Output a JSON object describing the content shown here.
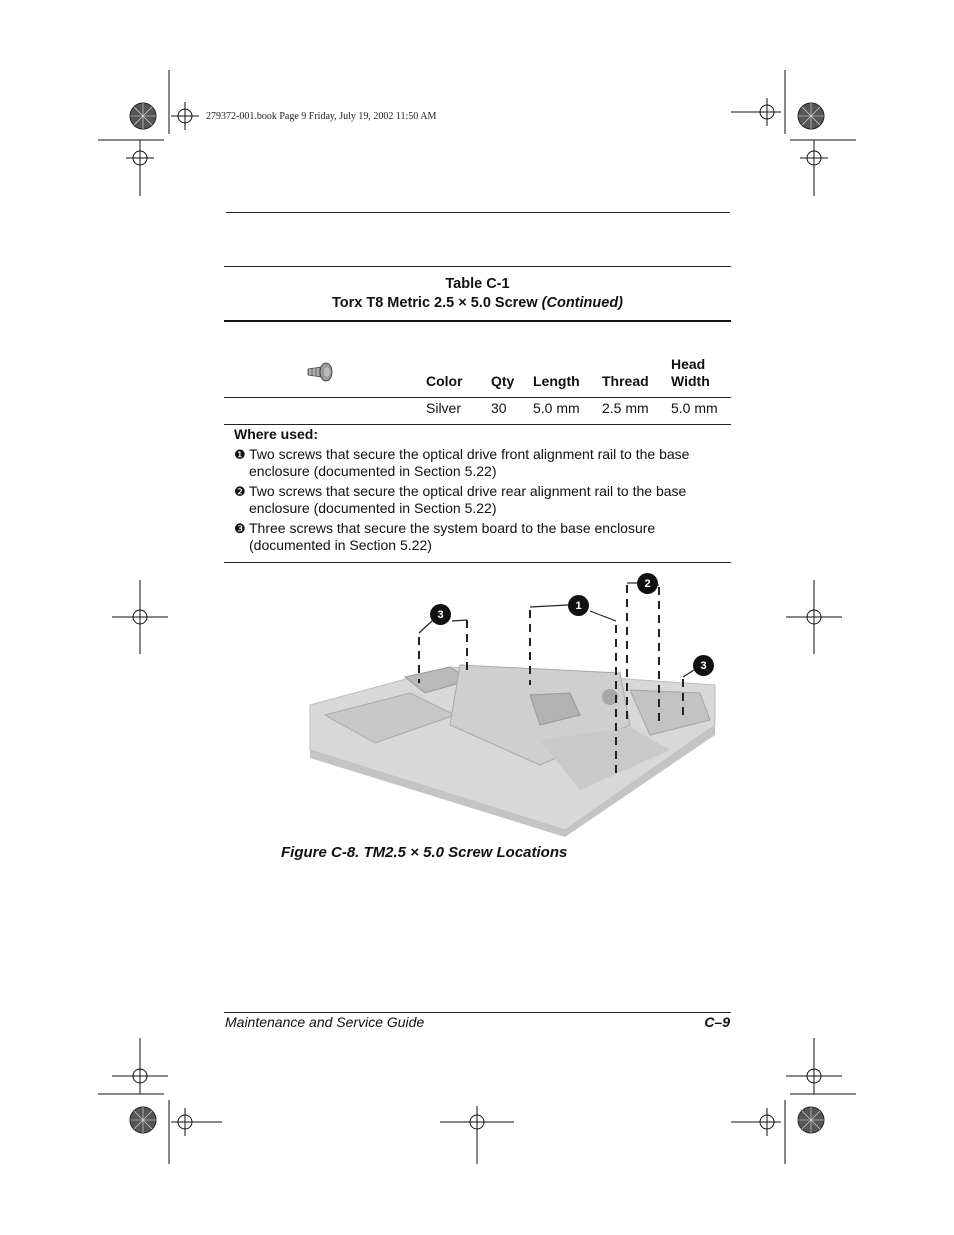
{
  "header": {
    "book_line": "279372-001.book  Page 9  Friday, July 19, 2002  11:50 AM"
  },
  "table": {
    "title": "Table C-1",
    "subtitle": "Torx T8 Metric 2.5 × 5.0 Screw",
    "subtitle_suffix": "(Continued)",
    "columns": [
      "Color",
      "Qty",
      "Length",
      "Thread",
      "Head Width"
    ],
    "row": [
      "Silver",
      "30",
      "5.0 mm",
      "2.5 mm",
      "5.0 mm"
    ],
    "where_used_label": "Where used:",
    "items": [
      {
        "num": "❶",
        "text": "Two screws that secure the optical drive front alignment rail to the base enclosure (documented in Section 5.22)"
      },
      {
        "num": "❷",
        "text": "Two screws that secure the optical drive rear alignment rail to the base enclosure (documented in Section 5.22)"
      },
      {
        "num": "❸",
        "text": "Three screws that secure the system board to the base enclosure (documented in Section 5.22)"
      }
    ]
  },
  "figure": {
    "caption": "Figure C-8. TM2.5 × 5.0 Screw Locations",
    "callouts": [
      "3",
      "1",
      "2",
      "3"
    ]
  },
  "footer": {
    "left": "Maintenance and Service Guide",
    "right": "C–9"
  }
}
